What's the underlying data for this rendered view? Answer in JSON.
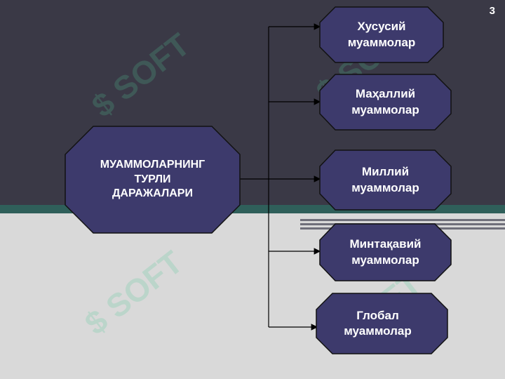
{
  "page_number": "3",
  "watermark_text": "SOFT",
  "colors": {
    "background_top": "#3a3946",
    "band": "#2f5f5a",
    "background_bottom": "#d9d9d9",
    "node_fill": "#3d3a6c",
    "node_stroke": "#111111",
    "text": "#ffffff"
  },
  "diagram": {
    "main": {
      "label": "МУАММОЛАРНИНГ\nТУРЛИ\nДАРАЖАЛАРИ"
    },
    "children": [
      {
        "label": "Хусусий\nмуаммолар"
      },
      {
        "label": "Маҳаллий\nмуаммолар"
      },
      {
        "label": "Миллий\nмуаммолар"
      },
      {
        "label": "Минтақавий\nмуаммолар"
      },
      {
        "label": "Глобал\nмуаммолар"
      }
    ]
  }
}
